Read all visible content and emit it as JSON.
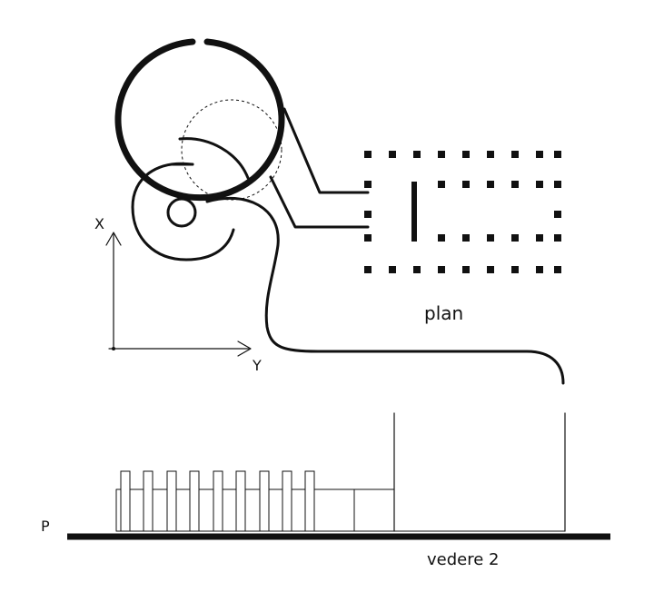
{
  "labels": {
    "axis_x": "X",
    "axis_y": "Y",
    "plan": "plan",
    "ground": "P",
    "view": "vedere 2"
  },
  "colors": {
    "ink": "#111111",
    "paper": "#ffffff"
  }
}
